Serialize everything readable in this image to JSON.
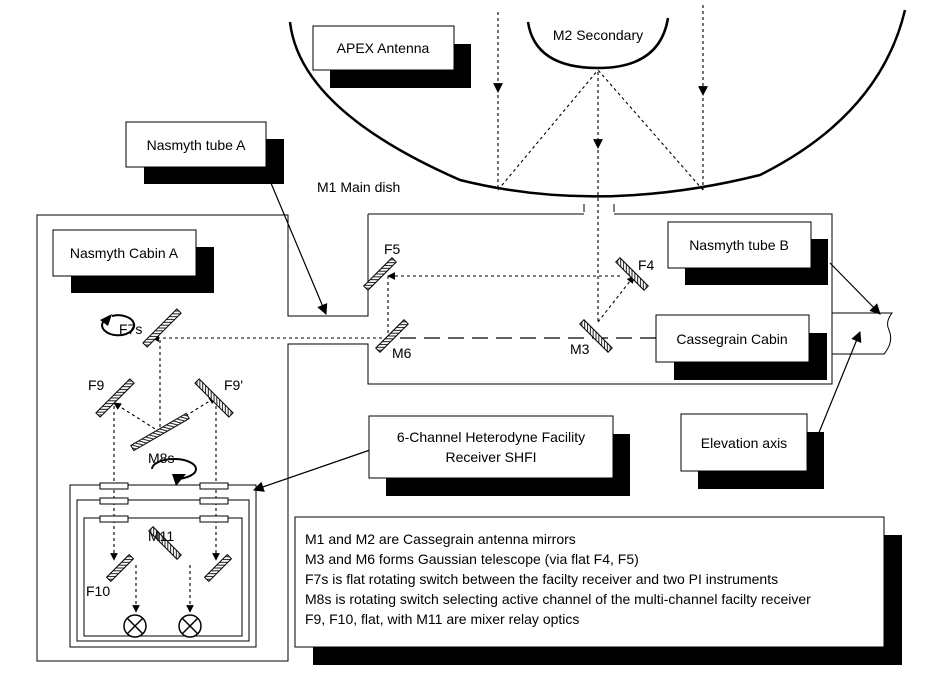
{
  "labels": {
    "apex_antenna": "APEX Antenna",
    "m2_secondary": "M2 Secondary",
    "nasmyth_tube_a": "Nasmyth tube A",
    "m1_main_dish": "M1 Main dish",
    "nasmyth_cabin_a": "Nasmyth Cabin A",
    "nasmyth_tube_b": "Nasmyth tube B",
    "cassegrain_cabin": "Cassegrain Cabin",
    "elevation_axis": "Elevation axis",
    "shfi_line1": "6-Channel Heterodyne Facility",
    "shfi_line2": "Receiver SHFI"
  },
  "mirrors": {
    "f4": "F4",
    "f5": "F5",
    "m3": "M3",
    "m6": "M6",
    "f7s": "F7s",
    "f9": "F9",
    "f9p": "F9'",
    "m8s": "M8s",
    "m11": "M11",
    "f10": "F10"
  },
  "legend": [
    "M1 and M2 are Cassegrain antenna mirrors",
    "M3 and M6 forms Gaussian telescope (via flat F4, F5)",
    "F7s is flat rotating switch between the facilty receiver and two PI instruments",
    "M8s is rotating switch selecting active channel of the multi-channel facilty receiver",
    "F9, F10, flat, with M11 are mixer relay optics"
  ]
}
